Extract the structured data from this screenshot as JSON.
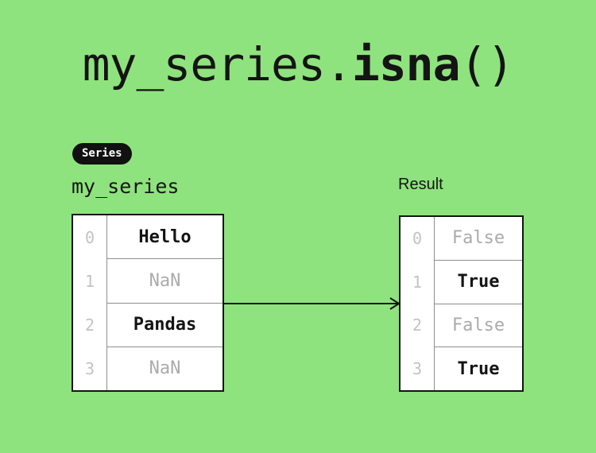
{
  "title": {
    "prefix": "my_series.",
    "method": "isna",
    "suffix": "()"
  },
  "badge": {
    "label": "Series"
  },
  "input_table": {
    "label": "my_series",
    "rows": [
      {
        "index": "0",
        "value": "Hello",
        "muted": false
      },
      {
        "index": "1",
        "value": "NaN",
        "muted": true
      },
      {
        "index": "2",
        "value": "Pandas",
        "muted": false
      },
      {
        "index": "3",
        "value": "NaN",
        "muted": true
      }
    ]
  },
  "result_table": {
    "label": "Result",
    "rows": [
      {
        "index": "0",
        "value": "False",
        "muted": true
      },
      {
        "index": "1",
        "value": "True",
        "muted": false
      },
      {
        "index": "2",
        "value": "False",
        "muted": true
      },
      {
        "index": "3",
        "value": "True",
        "muted": false
      }
    ]
  },
  "icons": {
    "arrow": "right-arrow"
  },
  "colors": {
    "bg": "#8FE37E",
    "ink": "#141414",
    "muted": "#ABABAB",
    "index": "#C3C3C3",
    "border": "#141414",
    "divider": "#8E8E8E",
    "badge_bg": "#111111",
    "badge_text": "#FFFFFF",
    "cell_bg": "#FFFFFF"
  }
}
